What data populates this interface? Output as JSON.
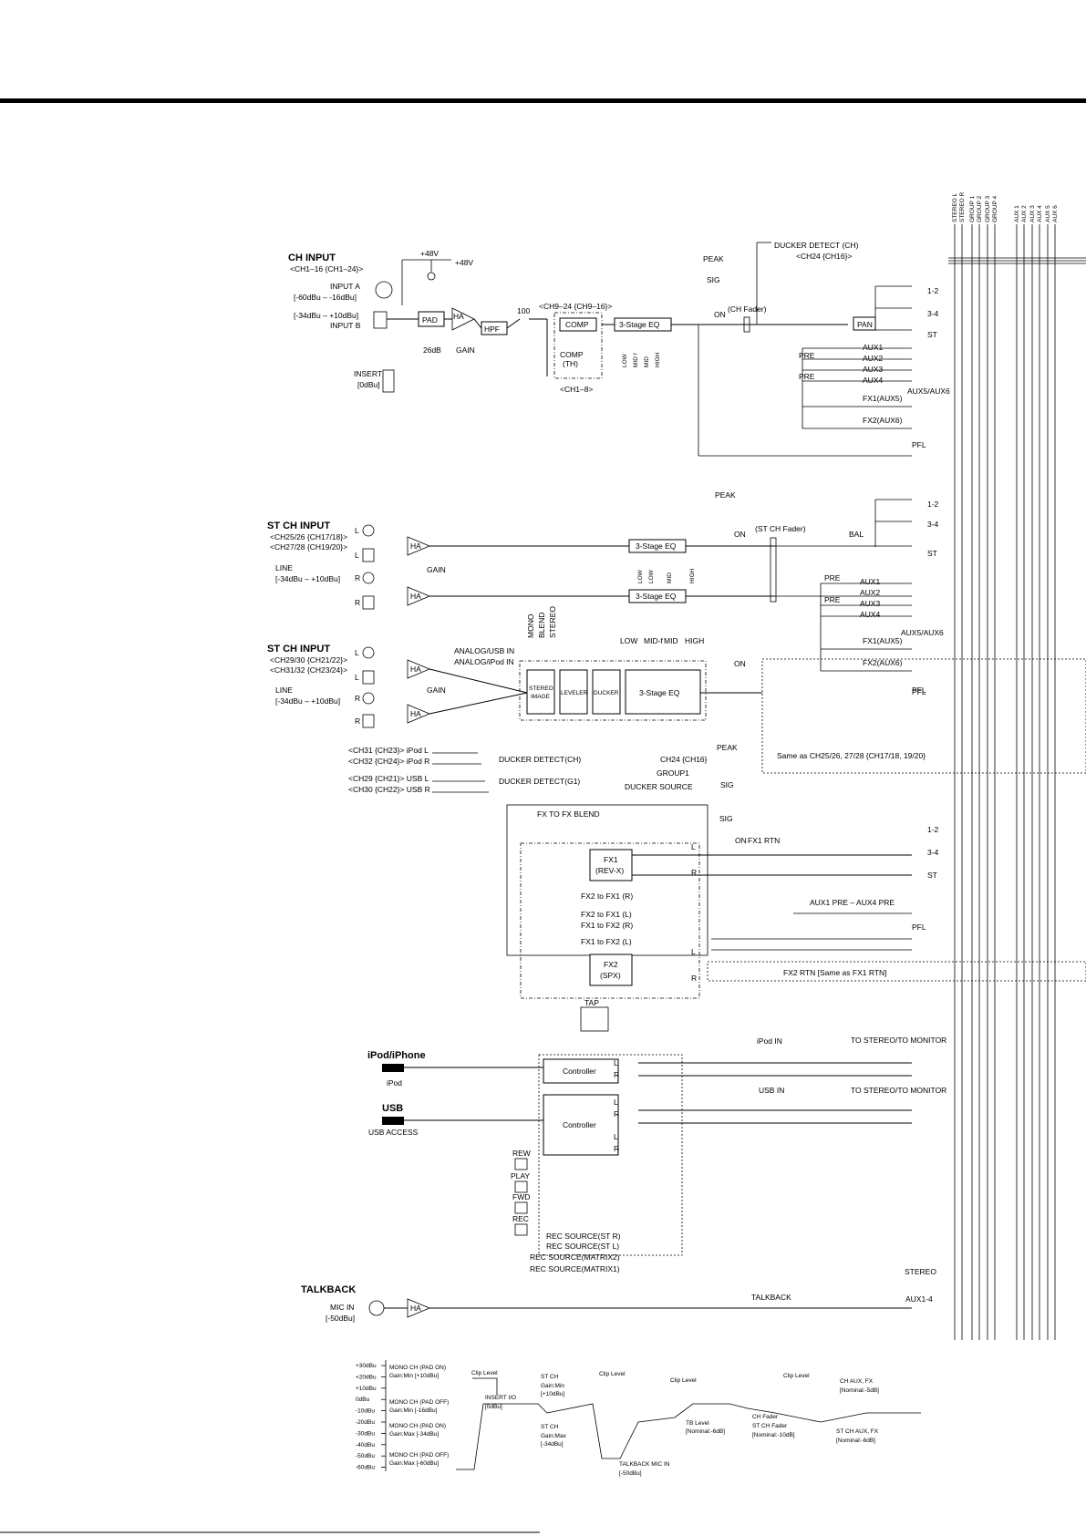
{
  "bus_labels": [
    "STEREO L",
    "STEREO R",
    "GROUP 1",
    "GROUP 2",
    "GROUP 3",
    "GROUP 4",
    "AUX 1",
    "AUX 2",
    "AUX 3",
    "AUX 4",
    "AUX 5",
    "AUX 6"
  ],
  "ch_input": {
    "title": "CH INPUT",
    "sub": "<CH1–16 {CH1–24}>",
    "phantom1": "+48V",
    "phantom2": "+48V",
    "input_a": "INPUT A",
    "range_a": "[-60dBu – -16dBu]",
    "range_b": "[-34dBu – +10dBu]",
    "input_b": "INPUT B",
    "pad": "PAD",
    "pad_val": "26dB",
    "ha": "HA",
    "gain": "GAIN",
    "hpf": "HPF",
    "hpf_val": "100",
    "ch_range_comp": "<CH9–24 {CH9–16}>",
    "comp": "COMP",
    "comp_th1": "COMP",
    "comp_th2": "(TH)",
    "ch_range_ins": "<CH1–8>",
    "insert": "INSERT",
    "insert_level": "[0dBu]",
    "eq": "3-Stage EQ",
    "eq_bands": [
      "LOW",
      "MID f",
      "MID",
      "HIGH"
    ],
    "peak": "PEAK",
    "sig": "SIG",
    "on": "ON",
    "fader": "(CH Fader)",
    "ducker": "DUCKER DETECT (CH)",
    "ducker_ch": "<CH24 {CH16}>",
    "pan": "PAN",
    "pre1": "PRE",
    "pre2": "PRE",
    "aux": [
      "AUX1",
      "AUX2",
      "AUX3",
      "AUX4"
    ],
    "aux56": "AUX5/AUX6",
    "fx1": "FX1(AUX5)",
    "fx2": "FX2(AUX6)",
    "pfl": "PFL",
    "sw": [
      "1-2",
      "3-4",
      "ST"
    ]
  },
  "st_ch1": {
    "title": "ST CH INPUT",
    "sub1": "<CH25/26 {CH17/18}>",
    "sub2": "<CH27/28 {CH19/20}>",
    "line": "LINE",
    "line_range": "[-34dBu – +10dBu]",
    "l": "L",
    "l2": "L",
    "r": "R",
    "r2": "R",
    "ha1": "HA",
    "ha2": "HA",
    "gain": "GAIN",
    "eq1": "3-Stage EQ",
    "eq2": "3-Stage EQ",
    "eq_bands": [
      "LOW",
      "LOW",
      "MID",
      "HIGH"
    ],
    "peak": "PEAK",
    "on": "ON",
    "fader": "(ST CH Fader)",
    "bal": "BAL",
    "pre1": "PRE",
    "pre2": "PRE",
    "aux": [
      "AUX1",
      "AUX2",
      "AUX3",
      "AUX4"
    ],
    "aux56": "AUX5/AUX6",
    "fx1": "FX1(AUX5)",
    "fx2": "FX2(AUX6)",
    "pfl": "PFL",
    "sw": [
      "1-2",
      "3-4",
      "ST"
    ]
  },
  "st_ch2": {
    "title": "ST CH INPUT",
    "sub1": "<CH29/30 {CH21/22}>",
    "sub2": "<CH31/32 {CH23/24}>",
    "line": "LINE",
    "line_range": "[-34dBu – +10dBu]",
    "l": "L",
    "l2": "L",
    "r": "R",
    "r2": "R",
    "ha1": "HA",
    "ha2": "HA",
    "gain": "GAIN",
    "analog_usb": "ANALOG/USB IN",
    "analog_ipod": "ANALOG/iPod IN",
    "mode": [
      "MONO",
      "BLEND",
      "STEREO"
    ],
    "stereo_image1": "STEREO",
    "stereo_image2": "IMAGE",
    "leveler": "LEVELER",
    "ducker": "DUCKER",
    "eq": "3-Stage EQ",
    "eq_bands": [
      "LOW",
      "MID-f",
      "MID",
      "HIGH"
    ],
    "on": "ON",
    "peak": "PEAK",
    "sig": "SIG",
    "ipod_l": "<CH31 {CH23}> iPod L",
    "ipod_r": "<CH32 {CH24}> iPod R",
    "usb_l": "<CH29 {CH21}> USB L",
    "usb_r": "<CH30 {CH22}> USB R",
    "duck_ch": "DUCKER DETECT(CH)",
    "duck_g1": "DUCKER DETECT(G1)",
    "ch24": "CH24 {CH16}",
    "group1": "GROUP1",
    "duck_src": "DUCKER SOURCE",
    "same_as": "Same as CH25/26, 27/28 {CH17/18, 19/20}",
    "pfl": "PFL"
  },
  "fx": {
    "blend": "FX TO FX BLEND",
    "fx1_a": "FX1",
    "fx1_b": "(REV-X)",
    "fx2_a": "FX2",
    "fx2_b": "(SPX)",
    "fx2_to_fx1_r": "FX2 to FX1 (R)",
    "fx2_to_fx1_l": "FX2 to FX1 (L)",
    "fx1_to_fx2_r": "FX1 to FX2 (R)",
    "fx1_to_fx2_l": "FX1 to FX2 (L)",
    "sig": "SIG",
    "on": "ON",
    "fx1_rtn": "FX1 RTN",
    "l1": "L",
    "r1": "R",
    "l2": "L",
    "r2": "R",
    "aux_pre": "AUX1 PRE – AUX4 PRE",
    "pfl": "PFL",
    "fx2_rtn": "FX2 RTN [Same as FX1 RTN]",
    "tap": "TAP",
    "sw": [
      "1-2",
      "3-4",
      "ST"
    ]
  },
  "ipod": {
    "title": "iPod/iPhone",
    "ipod": "iPod",
    "controller1": "Controller",
    "usb": "USB",
    "usb_access": "USB ACCESS",
    "controller2": "Controller",
    "rew": "REW",
    "play": "PLAY",
    "fwd": "FWD",
    "rec": "REC",
    "ipod_in": "iPod IN",
    "usb_in": "USB IN",
    "to_stereo1": "TO STEREO/TO MONITOR",
    "to_stereo2": "TO STEREO/TO MONITOR",
    "rec_src": [
      "REC SOURCE(ST R)",
      "REC SOURCE(ST L)",
      "REC SOURCE(MATRIX2)",
      "REC SOURCE(MATRIX1)"
    ],
    "lr": [
      "L",
      "R",
      "L",
      "R",
      "L",
      "R"
    ]
  },
  "talkback": {
    "title": "TALKBACK",
    "mic_in": "MIC IN",
    "mic_level": "[-50dBu]",
    "ha": "HA",
    "label": "TALKBACK",
    "stereo": "STEREO",
    "aux": "AUX1-4"
  },
  "level_diagram": {
    "scale": [
      "+30dBu",
      "+20dBu",
      "+10dBu",
      "0dBu",
      "-10dBu",
      "-20dBu",
      "-30dBu",
      "-40dBu",
      "-50dBu",
      "-60dBu"
    ],
    "mono_pad_on": "MONO CH (PAD ON)",
    "mono_pad_on_gain": "Gain:Min [+10dBu]",
    "mono_pad_off1": "MONO CH (PAD OFF)",
    "mono_pad_off1_gain": "Gain:Min [-16dBu]",
    "mono_pad_on2": "MONO CH (PAD ON)",
    "mono_pad_on2_gain": "Gain:Max [-34dBu]",
    "mono_pad_off2": "MONO CH (PAD OFF)",
    "mono_pad_off2_gain": "Gain:Max [-60dBu]",
    "clip1": "Clip Level",
    "insert": "INSERT I/O",
    "insert_level": "[0dBu]",
    "st_min": "ST CH",
    "st_min_gain": "Gain:Min",
    "st_min_level": "[+10dBu]",
    "st_max": "ST CH",
    "st_max_gain": "Gain:Max",
    "st_max_level": "[-34dBu]",
    "clip2": "Clip Level",
    "clip3": "Clip Level",
    "clip4": "Clip Level",
    "tb_mic": "TALKBACK MIC IN",
    "tb_mic_level": "[-50dBu]",
    "tb_level": "TB Level",
    "tb_nominal": "[Nominal:-6dB]",
    "ch_fader": "CH Fader",
    "st_fader": "ST CH Fader",
    "fader_nominal": "[Nominal:-10dB]",
    "aux_fx": "CH AUX, FX",
    "aux_fx_nominal": "[Nominal:-5dB]",
    "st_aux_fx": "ST CH AUX, FX",
    "st_aux_fx_nominal": "[Nominal:-6dB]"
  }
}
